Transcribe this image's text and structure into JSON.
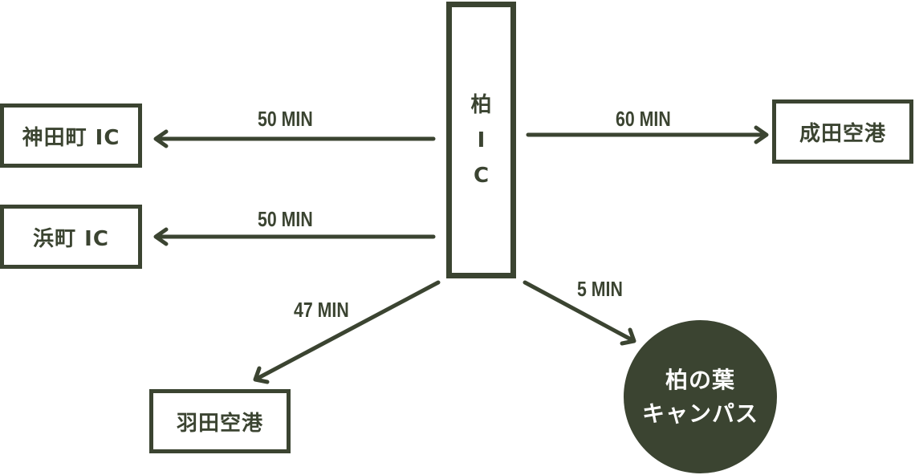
{
  "hub": {
    "lines": [
      "柏",
      "I",
      "C"
    ],
    "color": "#3b4431"
  },
  "nodes": {
    "kandacho": "神田町 IC",
    "hamacho": "浜町 IC",
    "narita": "成田空港",
    "haneda": "羽田空港",
    "campus": [
      "柏の葉",
      "キャンパス"
    ]
  },
  "times": {
    "kandacho": "50 MIN",
    "hamacho": "50 MIN",
    "narita": "60 MIN",
    "haneda": "47 MIN",
    "campus": "5 MIN"
  },
  "colors": {
    "primary": "#3b4431",
    "background": "#ffffff",
    "circle_text": "#ffffff"
  }
}
